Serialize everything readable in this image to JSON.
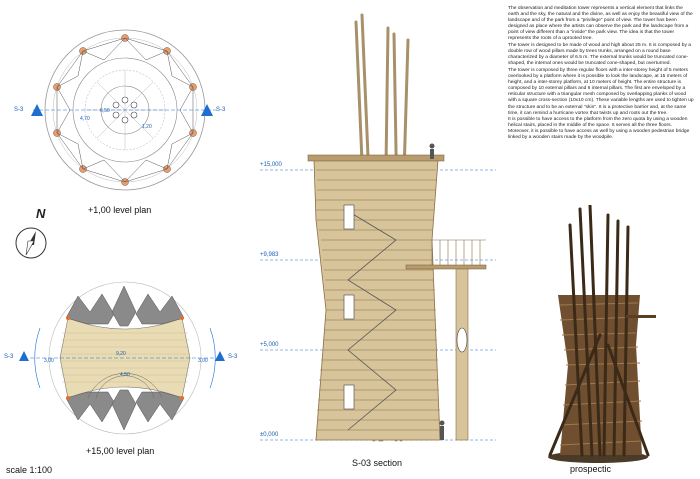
{
  "plans": {
    "top_caption": "+1,00  level plan",
    "bottom_caption": "+15,00  level plan",
    "section_marker": "S-3",
    "top_dims": {
      "d1": "4,70",
      "d2": "6,50",
      "d3": "1,20"
    },
    "bottom_dims": {
      "d1": "9,20",
      "d2": "4,50",
      "d3": "3,00",
      "d4": "3,00"
    },
    "north_symbol": "N",
    "scale": "scale 1:100"
  },
  "section": {
    "caption": "S-03 section",
    "levels": [
      "+15,000",
      "+9,983",
      "+5,000",
      "±0,000"
    ]
  },
  "prospect": {
    "caption": "prospectic"
  },
  "description": {
    "paragraphs": [
      "The observation and meditation tower represents a vertical element that links the earth and the sky, the natural and the divine, as well as enjoy the beautiful view of the landscape and of the park from a \"privilege\" point of view. The tower has been designed as place where the artists can observe the park and the landscape from a point of view different than a \"inside\" the park view. The idea is that the tower represents the roots of a uprooted tree.",
      "The tower is designed to be made of wood and high about 25 m. It is composed by a double row of wood pillars made by trees trunks, arranged on a round base characterized by a diameter of 6.5 m. The external trunks would be truncated cone-shaped, the internal ones would be truncated cone-shaped, but overturned.",
      "The tower is composed by three regular floors with a inter-storey height of 5 meters overlooked by a platform where it is possible to look the landscape, at 15 meters of height, and a inter-storey platform, at 10 meters of height. The entire structure is composed by 10 external pillars and 6 internal pillars. The first are enveloped by a reticular structure with a triangular mesh composed by overlapping planks of wood with a square cross-section (10x10 cm). These variable lengths are used to tighten up the structure and to be an external \"skin\". It is a protective barrier and, at the same time, it can remind a hurricane vortex that twists up and roots out the tree.",
      "It is possible to have access to the platform from the zero quota by using a wooden helical stairs, placed in the middle of the space. It serves all the three floors. Moreover, it is possible to have access as well by using a wooden pedestrian bridge linked by a wooden stairs made by the woodpile."
    ]
  },
  "colors": {
    "wood": "#c9b48a",
    "wood_dark": "#8a6d45",
    "deck": "#e9dcb4",
    "accent": "#1f6fd1",
    "grey": "#777777"
  }
}
